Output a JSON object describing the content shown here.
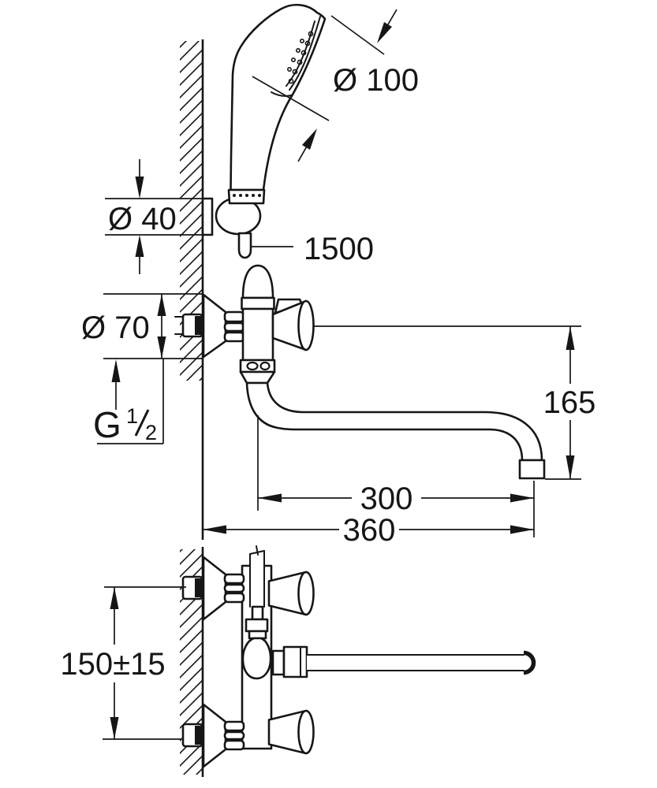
{
  "meta": {
    "drawing_type": "technical dimension drawing",
    "subject": "wall-mounted bath/shower mixer with hand shower, side elevation and plan view",
    "background_color": "#ffffff",
    "line_color": "#161616"
  },
  "labels": {
    "shower_head_diameter": "Ø 100",
    "holder_escutcheon_diameter": "Ø 40",
    "hose_length": "1500",
    "union_escutcheon_diameter": "Ø 70",
    "thread_letter": "G",
    "thread_numerator": "1",
    "thread_denominator": "2",
    "spout_drop_height": "165",
    "spout_reach": "300",
    "overall_reach": "360",
    "inlet_centre_distance": "150±15"
  }
}
